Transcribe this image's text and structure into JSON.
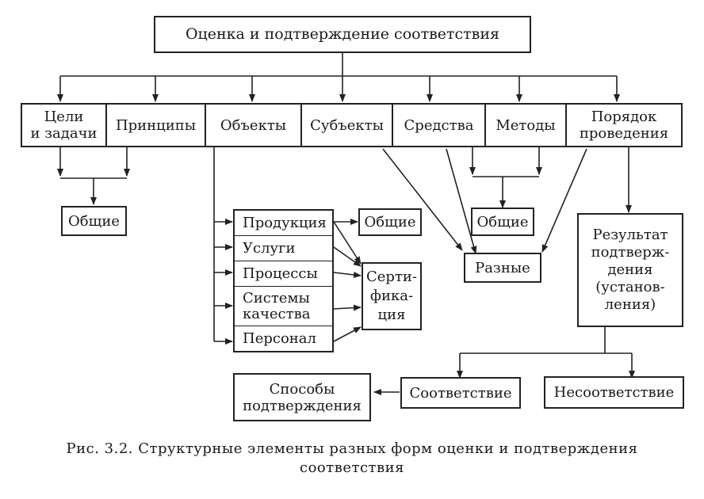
{
  "title": "Оценка и подтверждение соответствия",
  "row": [
    {
      "lines": [
        "Цели",
        "и задачи"
      ]
    },
    {
      "lines": [
        "Принципы"
      ]
    },
    {
      "lines": [
        "Объекты"
      ]
    },
    {
      "lines": [
        "Субъекты"
      ]
    },
    {
      "lines": [
        "Средства"
      ]
    },
    {
      "lines": [
        "Методы"
      ]
    },
    {
      "lines": [
        "Порядок",
        "проведения"
      ]
    }
  ],
  "goals_general": "Общие",
  "objects": [
    "Продукция",
    "Услуги",
    "Процессы",
    "Системы качества",
    "Персонал"
  ],
  "objects_general": "Общие",
  "certification": [
    "Серти-",
    "фика-",
    "ция"
  ],
  "methods_general": "Общие",
  "various": "Разные",
  "result": [
    "Результат",
    "подтверж-",
    "дения",
    "(установ-",
    "ления)"
  ],
  "conformity": "Соответствие",
  "nonconformity": "Несоответствие",
  "confirm_ways": [
    "Способы",
    "подтверждения"
  ],
  "caption_line1": "Рис. 3.2. Структурные элементы разных форм оценки и подтверждения",
  "caption_line2": "соответствия"
}
